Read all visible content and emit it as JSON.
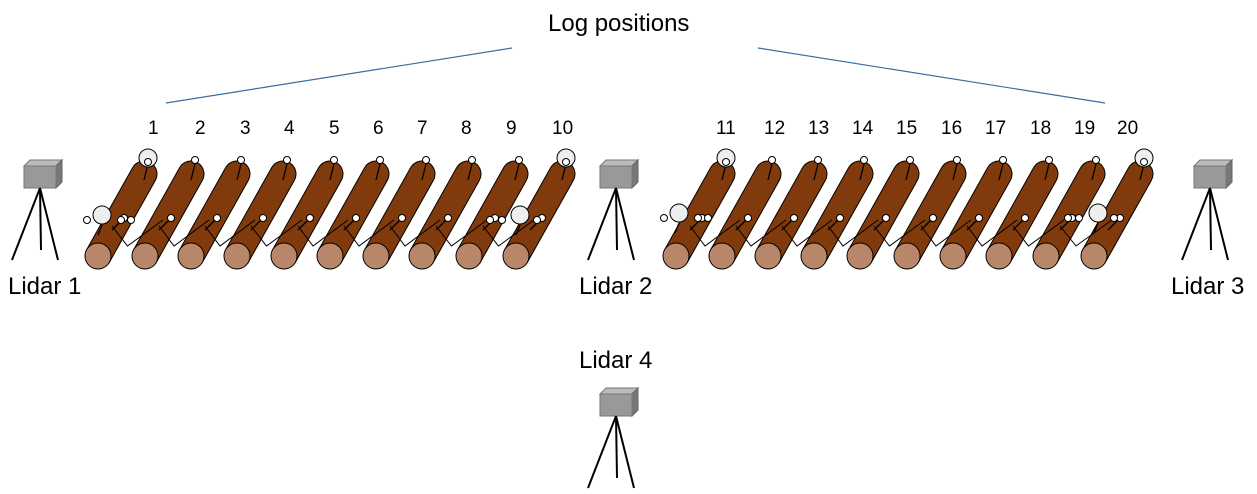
{
  "diagram": {
    "title": "Log positions",
    "log_numbers": [
      "1",
      "2",
      "3",
      "4",
      "5",
      "6",
      "7",
      "8",
      "9",
      "10",
      "11",
      "12",
      "13",
      "14",
      "15",
      "16",
      "17",
      "18",
      "19",
      "20"
    ],
    "lidars": [
      "Lidar 1",
      "Lidar 2",
      "Lidar 3",
      "Lidar 4"
    ],
    "colors": {
      "log_body": "#803a0b",
      "log_end": "#b8876a",
      "pointer_line": "#3d6d9e",
      "camera_body": "#999999",
      "marker_fill": "#ffffff",
      "sphere_fill": "#eeeeee"
    }
  }
}
